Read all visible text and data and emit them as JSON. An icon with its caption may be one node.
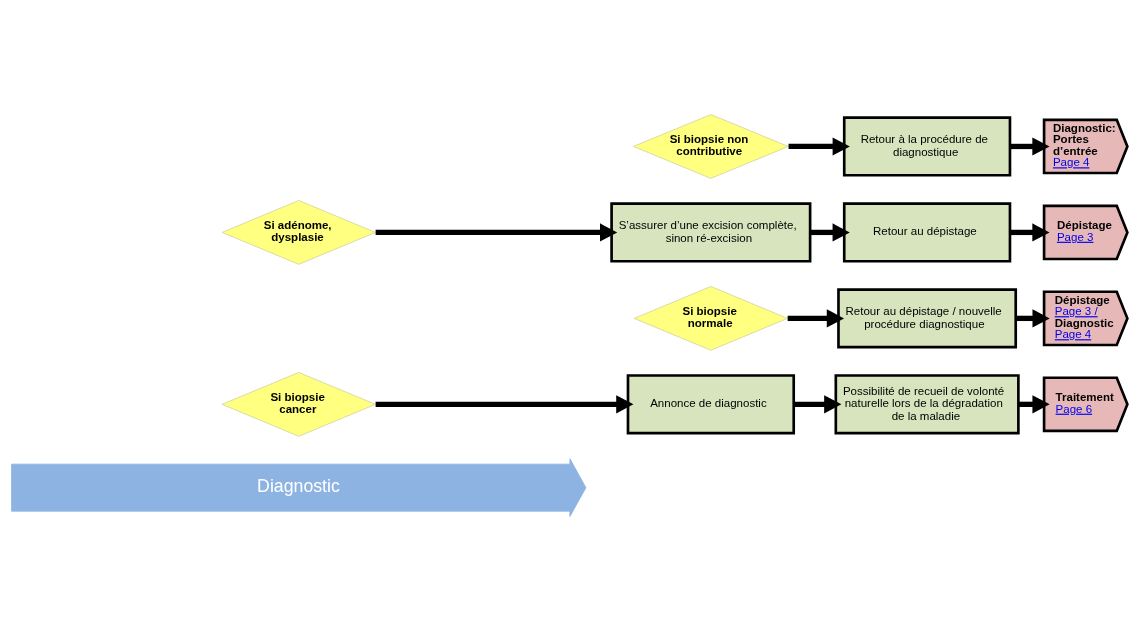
{
  "diagram": {
    "nodes": [
      {
        "text": [
          "Diagnostic"
        ]
      },
      {
        "text": [
          "Si biopsie cancer"
        ]
      },
      {
        "text": [
          "Annonce de diagnostic"
        ]
      },
      {
        "text": [
          "Possibilité de recueil de volonté naturelle lors de la dégradation de la maladie"
        ]
      },
      {
        "text": [
          "Traitement",
          "Page 6"
        ]
      },
      {
        "text": [
          "Si biopsie normale"
        ]
      },
      {
        "text": [
          "Retour au dépistage / nouvelle procédure diagnostique"
        ]
      },
      {
        "text": [
          "Dépistage",
          "Page 3 /",
          "Diagnostic",
          "Page 4"
        ]
      },
      {
        "text": [
          "Si adénome, dysplasie"
        ]
      },
      {
        "text": [
          "S’assurer d’une excision complète, sinon ré-excision"
        ]
      },
      {
        "text": [
          "Retour au dépistage"
        ]
      },
      {
        "text": [
          "Dépistage",
          "Page 3"
        ]
      },
      {
        "text": [
          "Si biopsie non contributive"
        ]
      },
      {
        "text": [
          "Retour à la procédure de diagnostique"
        ]
      },
      {
        "text": [
          "Diagnostic: Portes d’entrée",
          "Page 4"
        ]
      }
    ],
    "edges": [
      {
        "from": 1,
        "to": 2,
        "arrow": "to"
      },
      {
        "from": 2,
        "to": 3,
        "arrow": "to"
      },
      {
        "from": 3,
        "to": 4,
        "arrow": "to"
      },
      {
        "from": 5,
        "to": 6,
        "arrow": "to"
      },
      {
        "from": 6,
        "to": 7,
        "arrow": "to"
      },
      {
        "from": 8,
        "to": 9,
        "arrow": "to"
      },
      {
        "from": 9,
        "to": 10,
        "arrow": "to"
      },
      {
        "from": 10,
        "to": 11,
        "arrow": "to"
      },
      {
        "from": 12,
        "to": 13,
        "arrow": "to"
      },
      {
        "from": 13,
        "to": 14,
        "arrow": "to"
      }
    ]
  }
}
